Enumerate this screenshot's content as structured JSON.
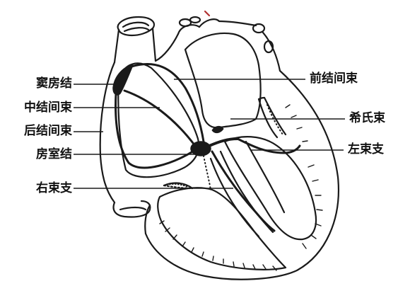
{
  "labels": {
    "sinoatrial_node": "窦房结",
    "middle_internodal_tract": "中结间束",
    "posterior_internodal_tract": "后结间束",
    "atrioventricular_node": "房室结",
    "right_bundle_branch": "右束支",
    "anterior_internodal_tract": "前结间束",
    "bundle_of_his": "希氏束",
    "left_bundle_branch": "左束支"
  },
  "colors": {
    "stroke": "#1a1a1a",
    "text": "#111111",
    "background": "#ffffff"
  }
}
